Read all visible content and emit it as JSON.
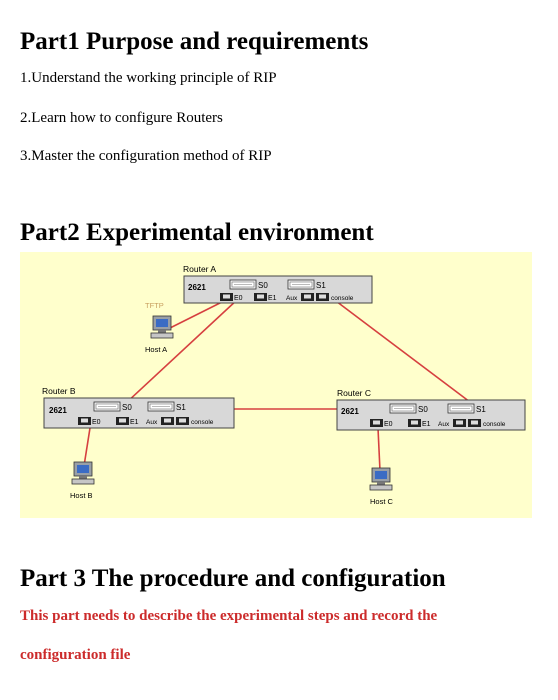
{
  "part1": {
    "title": "Part1 Purpose and requirements",
    "items": [
      "1.Understand the working principle of RIP",
      "2.Learn how to configure Routers",
      "3.Master the configuration method of RIP"
    ]
  },
  "part2": {
    "title": "Part2 Experimental environment",
    "diagram": {
      "routers": [
        {
          "name": "Router A",
          "model": "2621"
        },
        {
          "name": "Router  B",
          "model": "2621"
        },
        {
          "name": "Router  C",
          "model": "2621"
        }
      ],
      "ports": {
        "s0": "S0",
        "s1": "S1",
        "e0": "E0",
        "e1": "E1",
        "aux": "Aux",
        "console": "console"
      },
      "hosts": {
        "a": "Host A",
        "b": "Host B",
        "c": "Host C",
        "tftp": "TFTP"
      },
      "colors": {
        "background": "#ffffcc",
        "link": "#d64040",
        "router": "#d8d8d8"
      }
    }
  },
  "part3": {
    "title": "Part 3 The procedure and configuration",
    "note_line1": "This part needs to describe the experimental steps and record the",
    "note_line2": "configuration file"
  }
}
